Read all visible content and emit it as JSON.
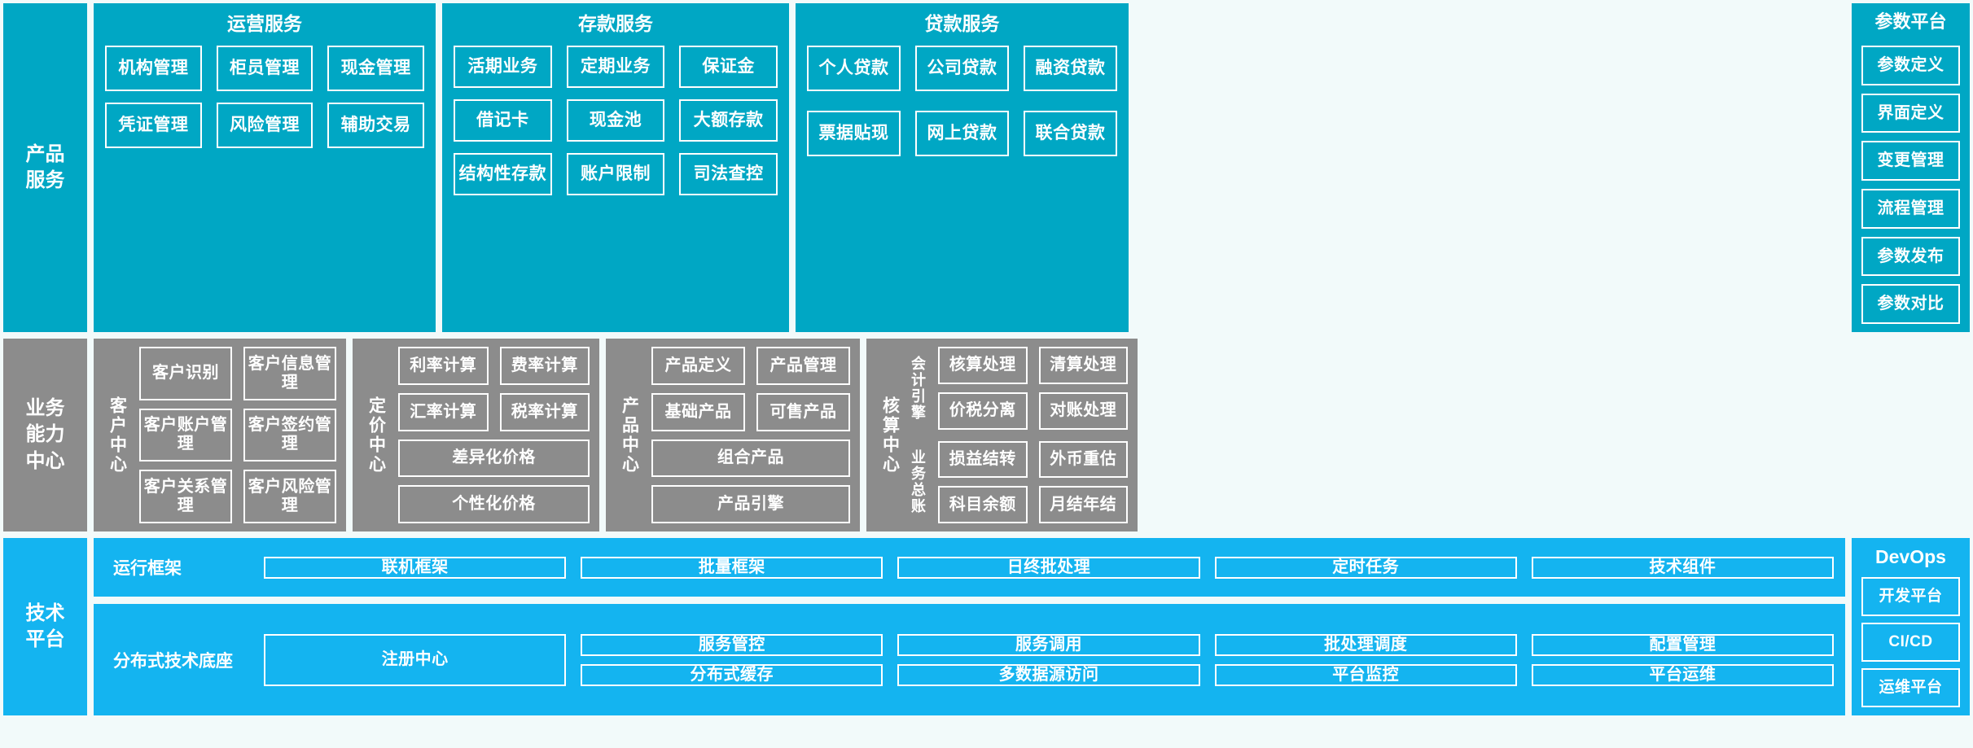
{
  "colors": {
    "teal": "#00a7c4",
    "grey": "#8c8c8c",
    "blue": "#14b4f0",
    "background": "#f2fafa",
    "border": "#ffffff"
  },
  "rows": {
    "product_services": {
      "lane_label": "产品\n服务",
      "lane_label_line1": "产品",
      "lane_label_line2": "服务",
      "panels": [
        {
          "title": "运营服务",
          "items": [
            "机构管理",
            "柜员管理",
            "现金管理",
            "凭证管理",
            "风险管理",
            "辅助交易"
          ]
        },
        {
          "title": "存款服务",
          "items": [
            "活期业务",
            "定期业务",
            "保证金",
            "借记卡",
            "现金池",
            "大额存款",
            "结构性存款",
            "账户限制",
            "司法查控"
          ]
        },
        {
          "title": "贷款服务",
          "items": [
            "个人贷款",
            "公司贷款",
            "融资贷款",
            "票据贴现",
            "网上贷款",
            "联合贷款"
          ]
        }
      ],
      "param_platform": {
        "title": "参数平台",
        "items": [
          "参数定义",
          "界面定义",
          "变更管理",
          "流程管理",
          "参数发布",
          "参数对比"
        ]
      }
    },
    "business_capability": {
      "lane_label_line1": "业务",
      "lane_label_line2": "能力",
      "lane_label_line3": "中心",
      "panels": [
        {
          "vlabel": "客户中心",
          "items": [
            {
              "label": "客户识别",
              "wide": false
            },
            {
              "label": "客户信息管理",
              "wide": false
            },
            {
              "label": "客户账户管理",
              "wide": false
            },
            {
              "label": "客户签约管理",
              "wide": false
            },
            {
              "label": "客户关系管理",
              "wide": false
            },
            {
              "label": "客户风险管理",
              "wide": false
            }
          ]
        },
        {
          "vlabel": "定价中心",
          "items": [
            {
              "label": "利率计算",
              "wide": false
            },
            {
              "label": "费率计算",
              "wide": false
            },
            {
              "label": "汇率计算",
              "wide": false
            },
            {
              "label": "税率计算",
              "wide": false
            },
            {
              "label": "差异化价格",
              "wide": true
            },
            {
              "label": "个性化价格",
              "wide": true
            }
          ]
        },
        {
          "vlabel": "产品中心",
          "items": [
            {
              "label": "产品定义",
              "wide": false
            },
            {
              "label": "产品管理",
              "wide": false
            },
            {
              "label": "基础产品",
              "wide": false
            },
            {
              "label": "可售产品",
              "wide": false
            },
            {
              "label": "组合产品",
              "wide": true
            },
            {
              "label": "产品引擎",
              "wide": true
            }
          ]
        },
        {
          "vlabel": "核算中心",
          "sublanes": [
            {
              "vlabel": "会计引擎",
              "items": [
                "核算处理",
                "清算处理",
                "价税分离",
                "对账处理"
              ]
            },
            {
              "vlabel": "业务总账",
              "items": [
                "损益结转",
                "外币重估",
                "科目余额",
                "月结年结"
              ]
            }
          ]
        }
      ]
    },
    "technology_platform": {
      "lane_label_line1": "技术",
      "lane_label_line2": "平台",
      "bands": [
        {
          "label": "运行框架",
          "items": [
            "联机框架",
            "批量框架",
            "日终批处理",
            "定时任务",
            "技术组件"
          ]
        },
        {
          "label": "分布式技术底座",
          "items": [
            "注册中心",
            "服务管控",
            "服务调用",
            "批处理调度",
            "配置管理",
            "分布式缓存",
            "多数据源访问",
            "平台监控",
            "平台运维"
          ]
        }
      ],
      "devops": {
        "title": "DevOps",
        "items": [
          "开发平台",
          "CI/CD",
          "运维平台"
        ]
      }
    }
  }
}
